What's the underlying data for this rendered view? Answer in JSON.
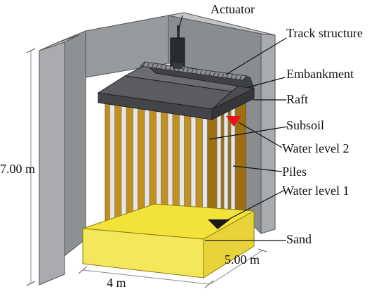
{
  "labels": {
    "actuator": "Actuator",
    "track_structure": "Track structure",
    "embankment": "Embankment",
    "raft": "Raft",
    "subsoil": "Subsoil",
    "water_level_2": "Water level 2",
    "piles": "Piles",
    "water_level_1": "Water level 1",
    "sand": "Sand"
  },
  "dimensions": {
    "height": "7.00 m",
    "depth": "5.00 m",
    "width": "4 m"
  },
  "colors": {
    "wall_front": "#a9abae",
    "wall_inner": "#8e9194",
    "wall_dark": "#6d7073",
    "subsoil": "#c4901c",
    "subsoil_dark": "#9c6f10",
    "sand_top": "#f3e23a",
    "sand_front": "#f5e75c",
    "raft": "#434549",
    "raft_top": "#5a5c60",
    "pile": "#e6e6e6",
    "water_level_2_marker": "#e8141c",
    "water_level_1_marker": "#1a1a1a"
  },
  "pile_count": 9
}
